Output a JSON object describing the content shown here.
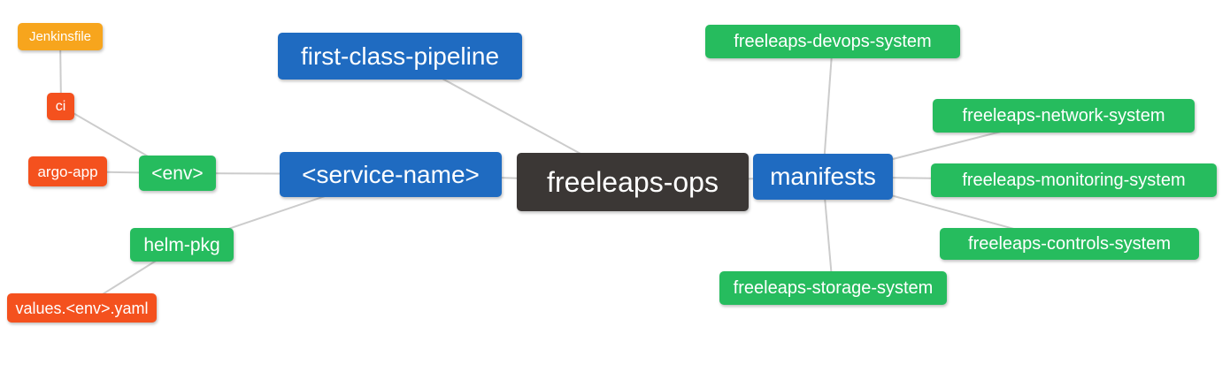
{
  "diagram": {
    "type": "mindmap",
    "center_node": "freeleaps-ops",
    "nodes": [
      {
        "id": "jenkinsfile",
        "label": "Jenkinsfile",
        "color": "#f7a51d"
      },
      {
        "id": "ci",
        "label": "ci",
        "color": "#f4511e"
      },
      {
        "id": "argo-app",
        "label": "argo-app",
        "color": "#f4511e"
      },
      {
        "id": "env",
        "label": "<env>",
        "color": "#26bc5e"
      },
      {
        "id": "helm-pkg",
        "label": "helm-pkg",
        "color": "#26bc5e"
      },
      {
        "id": "values-env-yaml",
        "label": "values.<env>.yaml",
        "color": "#f4511e"
      },
      {
        "id": "first-class-pipeline",
        "label": "first-class-pipeline",
        "color": "#1f6bc1"
      },
      {
        "id": "service-name",
        "label": "<service-name>",
        "color": "#1f6bc1"
      },
      {
        "id": "freeleaps-ops",
        "label": "freeleaps-ops",
        "color": "#3b3735"
      },
      {
        "id": "manifests",
        "label": "manifests",
        "color": "#1f6bc1"
      },
      {
        "id": "freeleaps-devops-system",
        "label": "freeleaps-devops-system",
        "color": "#26bc5e"
      },
      {
        "id": "freeleaps-network-system",
        "label": "freeleaps-network-system",
        "color": "#26bc5e"
      },
      {
        "id": "freeleaps-monitoring-system",
        "label": "freeleaps-monitoring-system",
        "color": "#26bc5e"
      },
      {
        "id": "freeleaps-controls-system",
        "label": "freeleaps-controls-system",
        "color": "#26bc5e"
      },
      {
        "id": "freeleaps-storage-system",
        "label": "freeleaps-storage-system",
        "color": "#26bc5e"
      }
    ],
    "edges": [
      [
        "Jenkinsfile",
        "ci"
      ],
      [
        "ci",
        "<env>"
      ],
      [
        "argo-app",
        "<env>"
      ],
      [
        "<env>",
        "<service-name>"
      ],
      [
        "<service-name>",
        "helm-pkg"
      ],
      [
        "helm-pkg",
        "values.<env>.yaml"
      ],
      [
        "first-class-pipeline",
        "freeleaps-ops"
      ],
      [
        "<service-name>",
        "freeleaps-ops"
      ],
      [
        "freeleaps-ops",
        "manifests"
      ],
      [
        "manifests",
        "freeleaps-devops-system"
      ],
      [
        "manifests",
        "freeleaps-network-system"
      ],
      [
        "manifests",
        "freeleaps-monitoring-system"
      ],
      [
        "manifests",
        "freeleaps-controls-system"
      ],
      [
        "manifests",
        "freeleaps-storage-system"
      ]
    ],
    "colors": {
      "orange": "#f7a51d",
      "red": "#f4511e",
      "green": "#26bc5e",
      "blue": "#1f6bc1",
      "dark": "#3b3735",
      "edge": "#cccccc",
      "text": "#ffffff",
      "background": "#ffffff"
    }
  }
}
